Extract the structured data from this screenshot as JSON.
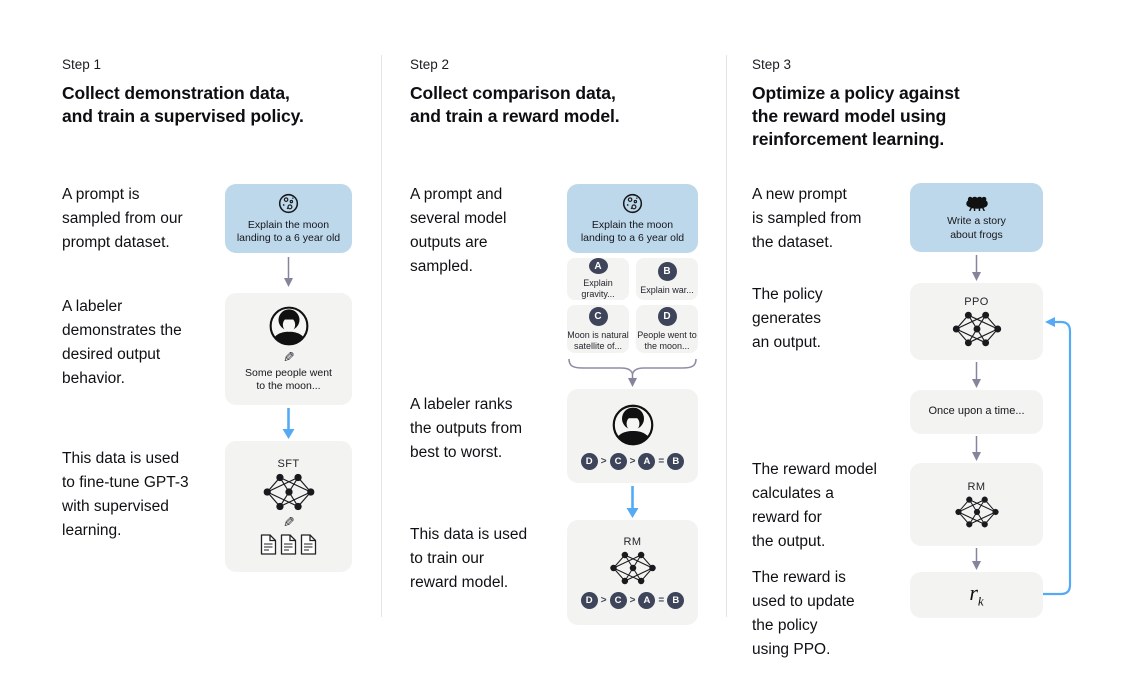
{
  "steps": [
    {
      "label": "Step 1",
      "title": "Collect demonstration data,\nand train a supervised policy.",
      "paragraphs": [
        "A prompt is\nsampled from our\nprompt dataset.",
        "A labeler\ndemonstrates the\ndesired output\nbehavior.",
        "This data is used\nto fine-tune GPT-3\nwith supervised\nlearning."
      ],
      "flow": {
        "prompt_text": "Explain the moon\nlanding to a 6 year old",
        "labeler_output": "Some people went\nto the moon...",
        "model_label": "SFT"
      }
    },
    {
      "label": "Step 2",
      "title": "Collect comparison data,\nand train a reward model.",
      "paragraphs": [
        "A prompt and\nseveral model\noutputs are\nsampled.",
        "A labeler ranks\nthe outputs from\nbest to worst.",
        "This data is used\nto train our\nreward model."
      ],
      "flow": {
        "prompt_text": "Explain the moon\nlanding to a 6 year old",
        "options": [
          {
            "letter": "A",
            "text": "Explain gravity..."
          },
          {
            "letter": "B",
            "text": "Explain war..."
          },
          {
            "letter": "C",
            "text": "Moon is natural\nsatellite of..."
          },
          {
            "letter": "D",
            "text": "People went to\nthe moon..."
          }
        ],
        "ranking": {
          "tokens": [
            "D",
            ">",
            "C",
            ">",
            "A",
            "=",
            "B"
          ]
        },
        "model_label": "RM"
      }
    },
    {
      "label": "Step 3",
      "title": "Optimize a policy against\nthe reward model using\nreinforcement learning.",
      "paragraphs": [
        "A new prompt\nis sampled from\nthe dataset.",
        "The policy\ngenerates\nan output.",
        "The reward model\ncalculates a\nreward for\nthe output.",
        "The reward is\nused to update\nthe policy\nusing PPO."
      ],
      "flow": {
        "prompt_text": "Write a story\nabout frogs",
        "policy_label": "PPO",
        "output_text": "Once upon a time...",
        "rm_label": "RM",
        "reward_symbol": "r",
        "reward_subscript": "k"
      }
    }
  ],
  "icons": {
    "pencil": "✎",
    "prompt_step1": "moon-with-craters",
    "prompt_step3": "frog",
    "labeler": "person-avatar",
    "model": "neural-network",
    "data": "three-documents"
  },
  "colors": {
    "prompt_box": "#bdd8ea",
    "model_box": "#f3f3f1",
    "dark_badge": "#3e4459",
    "blue_arrow": "#55aaf5",
    "gray_arrow": "#84849c",
    "divider": "#e4e4e6"
  }
}
